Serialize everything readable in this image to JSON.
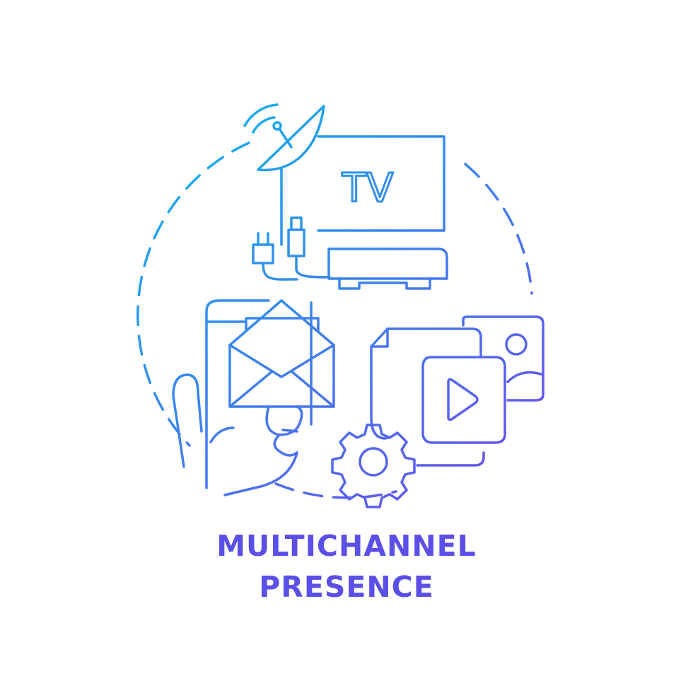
{
  "illustration": {
    "tv_label": "TV",
    "caption_line1": "MULTICHANNEL",
    "caption_line2": "PRESENCE",
    "colors": {
      "gradient_start": "#12b4ec",
      "gradient_end": "#6a4ef0",
      "caption": "#5a4fe6",
      "background": "#ffffff"
    },
    "icons": [
      "satellite-dish-icon",
      "tv-icon",
      "plug-icon",
      "set-top-box-icon",
      "tablet-icon",
      "envelope-icon",
      "hand-icon",
      "document-icon",
      "image-icon",
      "video-play-icon",
      "gear-icon"
    ]
  }
}
